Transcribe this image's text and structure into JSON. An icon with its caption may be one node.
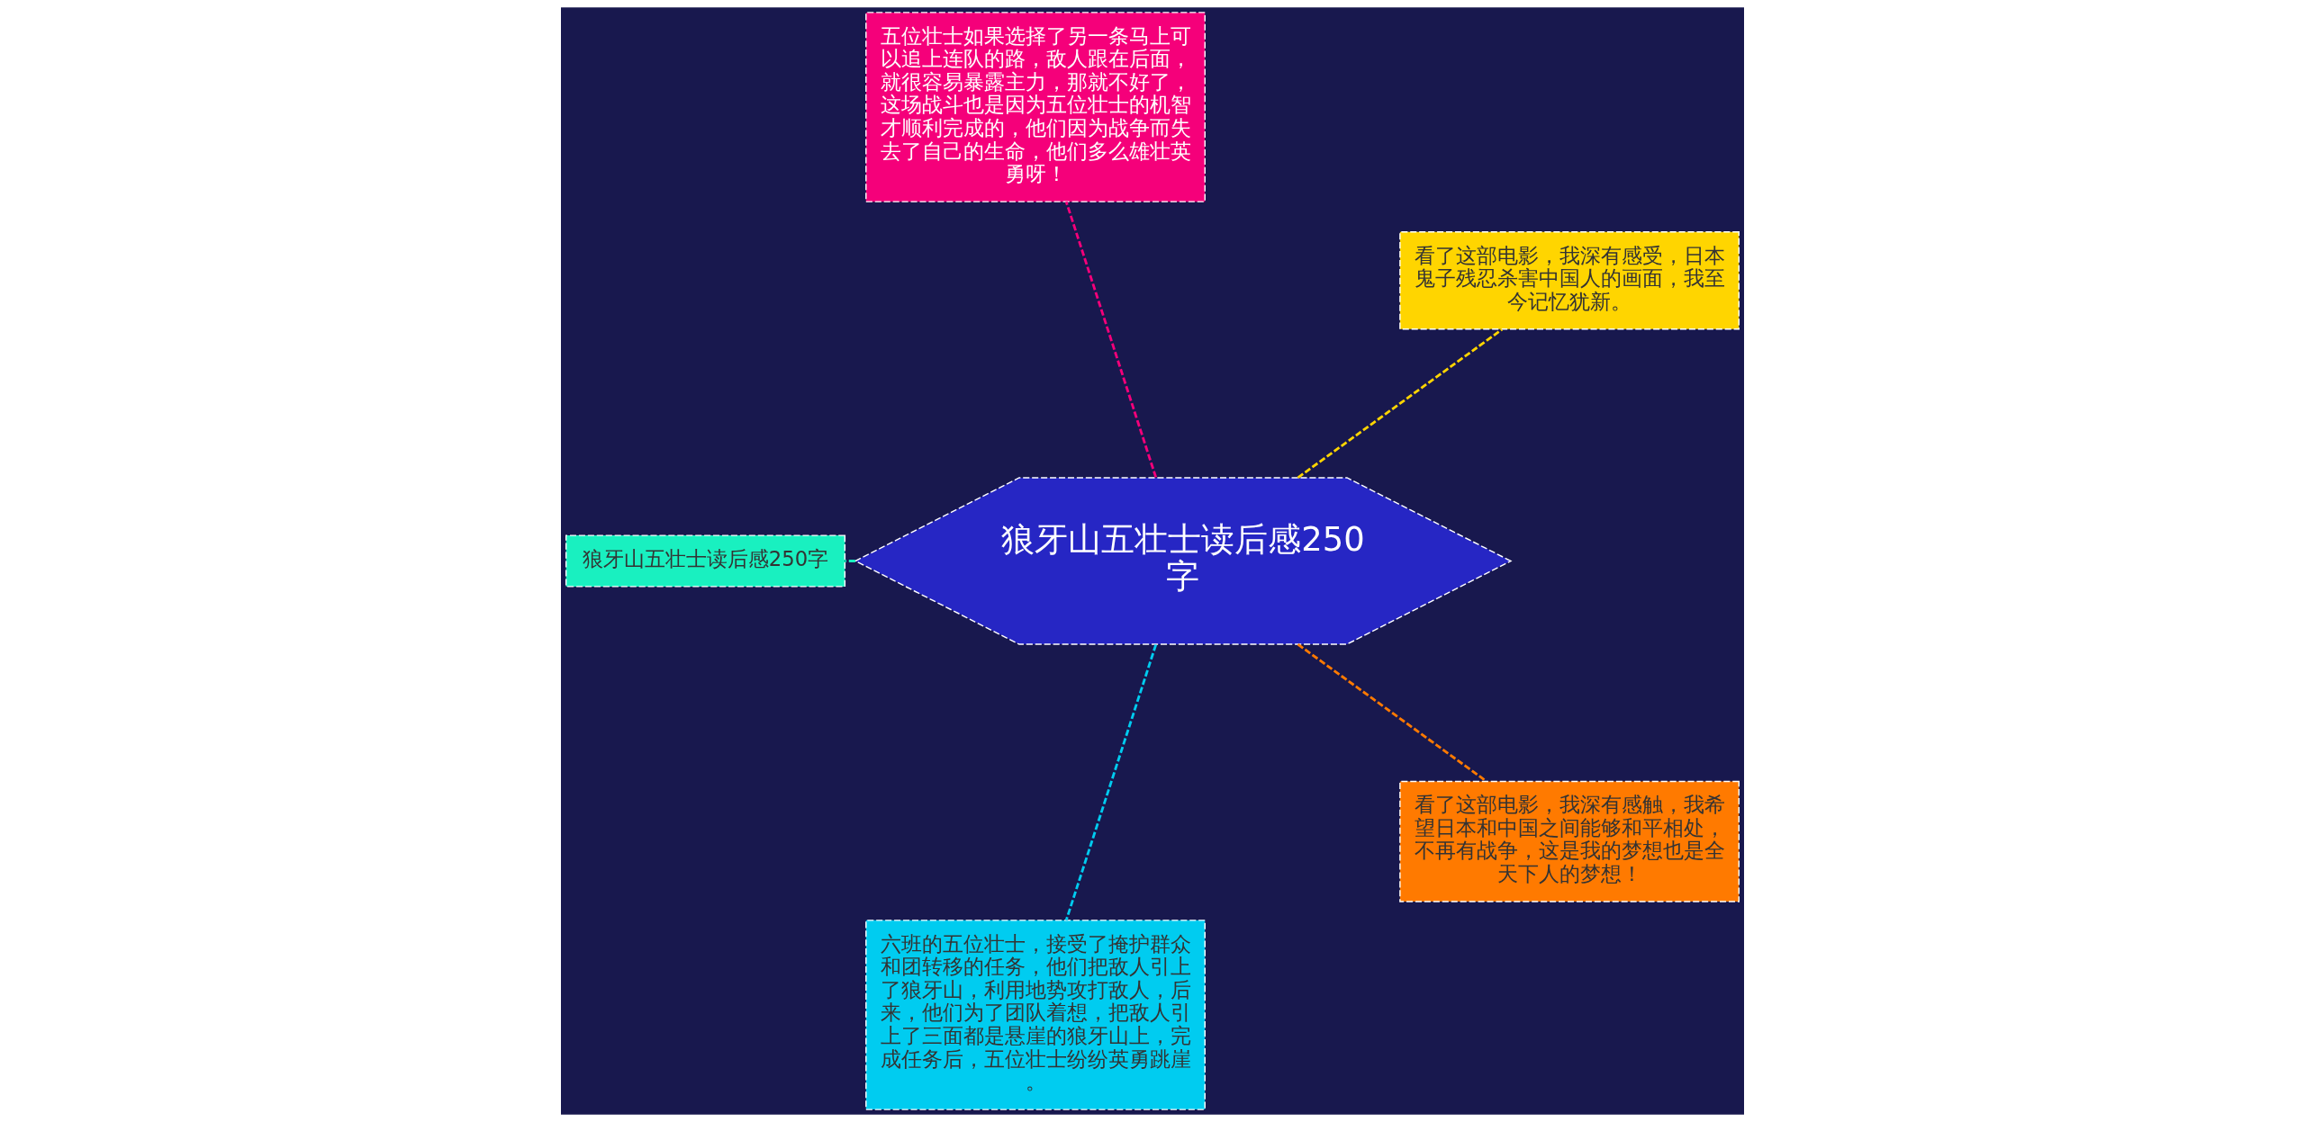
{
  "diagram": {
    "nodes": [
      {
        "text": [
          "狼牙山五壮士读后感250字"
        ]
      },
      {
        "text": [
          "看了这部电影，我深有感受，日本鬼子残忍杀害中国人的画面，我至今记忆犹新。"
        ]
      },
      {
        "text": [
          "五位壮士如果选择了另一条马上可以追上连队的路，敌人跟在后面，就很容易暴露主力，那就不好了，这场战斗也是因为五位壮士的机智才顺利完成的，他们因为战争而失去了自己的生命，他们多么雄壮英勇呀！"
        ]
      },
      {
        "text": [
          "狼牙山五壮士读后感250字"
        ]
      },
      {
        "text": [
          "六班的五位壮士，接受了掩护群众和团转移的任务，他们把敌人引上了狼牙山，利用地势攻打敌人，后来，他们为了团队着想，把敌人引上了三面都是悬崖的狼牙山上，完成任务后，五位壮士纷纷英勇跳崖。"
        ]
      },
      {
        "text": [
          "看了这部电影，我深有感触，我希望日本和中国之间能够和平相处，不再有战争，这是我的梦想也是全天下人的梦想！"
        ]
      }
    ],
    "edges": [
      {
        "from": 0,
        "to": 1,
        "arrow": "none",
        "style": "dashed",
        "color": "#ffd500"
      },
      {
        "from": 0,
        "to": 2,
        "arrow": "none",
        "style": "dashed",
        "color": "#f5007a"
      },
      {
        "from": 0,
        "to": 3,
        "arrow": "none",
        "style": "dashed",
        "color": "#19f0c0"
      },
      {
        "from": 0,
        "to": 4,
        "arrow": "none",
        "style": "dashed",
        "color": "#00ccf0"
      },
      {
        "from": 0,
        "to": 5,
        "arrow": "none",
        "style": "dashed",
        "color": "#ff7a00"
      }
    ]
  }
}
